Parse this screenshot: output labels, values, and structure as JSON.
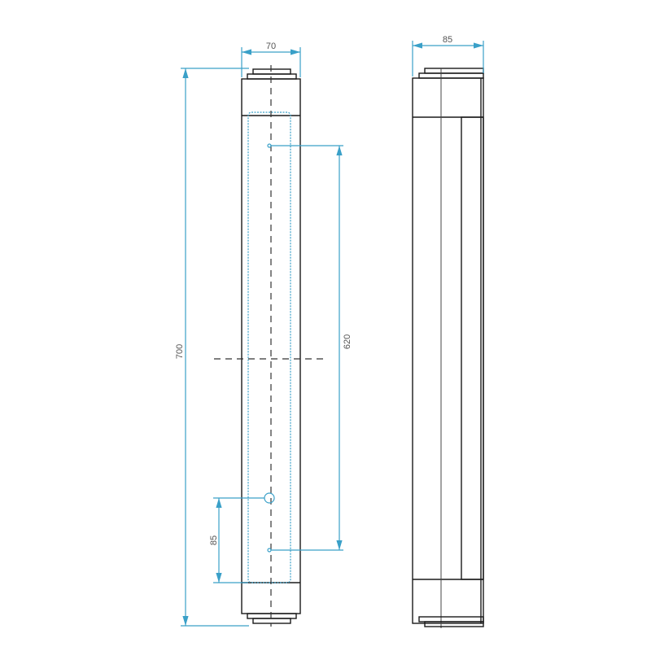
{
  "drawing": {
    "front_view": {
      "width_label": "70",
      "height_label": "700",
      "mount_spacing_label": "620",
      "cable_offset_label": "85"
    },
    "side_view": {
      "depth_label": "85"
    },
    "colors": {
      "dimension": "#3aa0c8",
      "outline": "#1a1a1a",
      "text": "#555555"
    }
  }
}
